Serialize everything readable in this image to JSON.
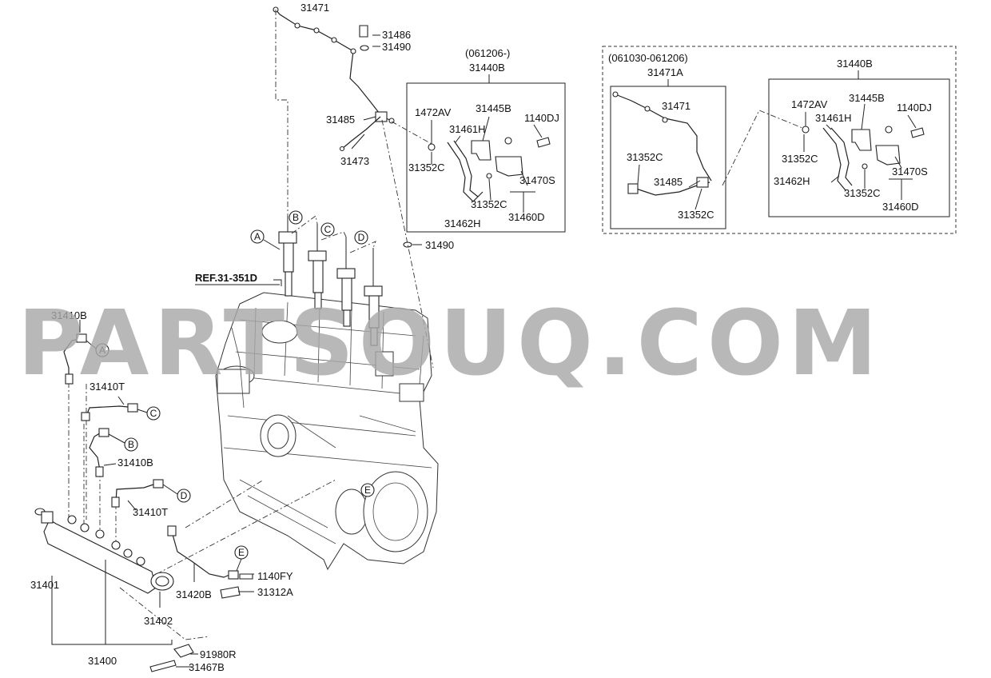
{
  "labels": {
    "l31471_top": "31471",
    "l31486": "31486",
    "l31490_top": "31490",
    "l31485_main": "31485",
    "l31473": "31473",
    "l31490_mid": "31490",
    "ref": "REF.31-351D",
    "l31410B_a": "31410B",
    "l31410T_c": "31410T",
    "l31410B_b": "31410B",
    "l31410T_d": "31410T",
    "l31401": "31401",
    "l31400": "31400",
    "l31402": "31402",
    "l31420B": "31420B",
    "l1140FY": "1140FY",
    "l31312A": "31312A",
    "l91980R": "91980R",
    "l31467B": "31467B"
  },
  "box1": {
    "date": "(061206-)",
    "title": "31440B",
    "l1472AV": "1472AV",
    "l31445B": "31445B",
    "l1140DJ": "1140DJ",
    "l31461H": "31461H",
    "l31352C_a": "31352C",
    "l31470S": "31470S",
    "l31352C_b": "31352C",
    "l31462H": "31462H",
    "l31460D": "31460D"
  },
  "box2": {
    "date": "(061030-061206)",
    "sub_title": "31471A",
    "l31471": "31471",
    "l31352C_a": "31352C",
    "l31485": "31485",
    "l31352C_b": "31352C",
    "title": "31440B",
    "l1472AV": "1472AV",
    "l31445B": "31445B",
    "l1140DJ": "1140DJ",
    "l31461H": "31461H",
    "l31352C_c": "31352C",
    "l31470S": "31470S",
    "l31462H": "31462H",
    "l31352C_d": "31352C",
    "l31460D": "31460D"
  },
  "callouts": {
    "A": "A",
    "B": "B",
    "C": "C",
    "D": "D",
    "E": "E"
  },
  "watermark": "PARTSOUQ.COM"
}
